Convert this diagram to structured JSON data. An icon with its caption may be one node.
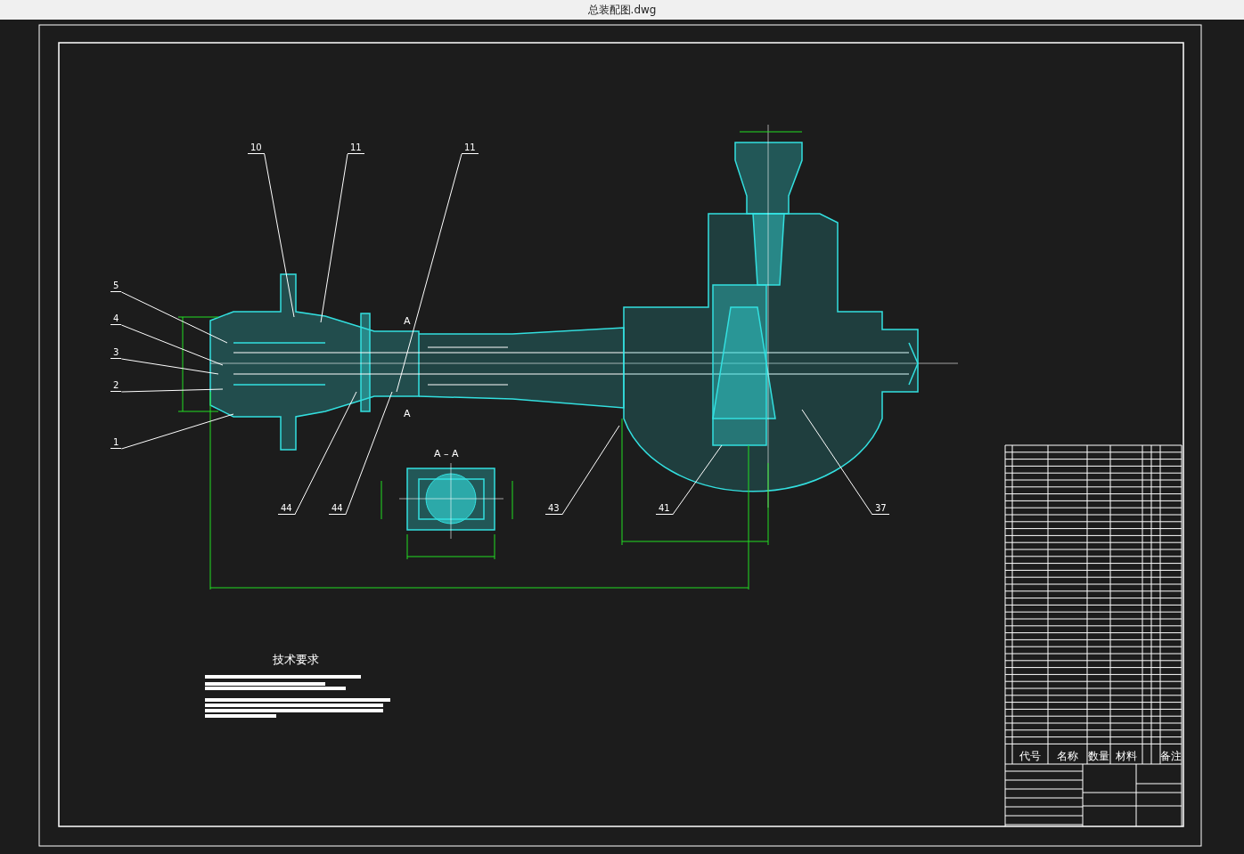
{
  "diagram": {
    "title": "总装配图.dwg",
    "nodes": [
      {
        "text": [
          "10"
        ]
      },
      {
        "text": [
          "11"
        ]
      },
      {
        "text": [
          "11"
        ]
      },
      {
        "text": [
          "5"
        ]
      },
      {
        "text": [
          "4"
        ]
      },
      {
        "text": [
          "3"
        ]
      },
      {
        "text": [
          "2"
        ]
      },
      {
        "text": [
          "1"
        ]
      },
      {
        "text": [
          "44"
        ]
      },
      {
        "text": [
          "44"
        ]
      },
      {
        "text": [
          "43"
        ]
      },
      {
        "text": [
          "41"
        ]
      },
      {
        "text": [
          "37"
        ]
      }
    ],
    "edges": [
      {
        "from": 0,
        "to": null,
        "arrow": "none"
      },
      {
        "from": 1,
        "to": null,
        "arrow": "none"
      },
      {
        "from": 2,
        "to": null,
        "arrow": "none"
      },
      {
        "from": 3,
        "to": null,
        "arrow": "none"
      },
      {
        "from": 4,
        "to": null,
        "arrow": "none"
      },
      {
        "from": 5,
        "to": null,
        "arrow": "none"
      },
      {
        "from": 6,
        "to": null,
        "arrow": "none"
      },
      {
        "from": 7,
        "to": null,
        "arrow": "none"
      },
      {
        "from": 8,
        "to": null,
        "arrow": "none"
      },
      {
        "from": 9,
        "to": null,
        "arrow": "none"
      },
      {
        "from": 10,
        "to": null,
        "arrow": "none"
      },
      {
        "from": 11,
        "to": null,
        "arrow": "none"
      },
      {
        "from": 12,
        "to": null,
        "arrow": "none"
      }
    ],
    "labels": [
      "A",
      "A",
      "A – A",
      "技术要求",
      "代号",
      "名称",
      "数量",
      "材料",
      "备注"
    ]
  }
}
